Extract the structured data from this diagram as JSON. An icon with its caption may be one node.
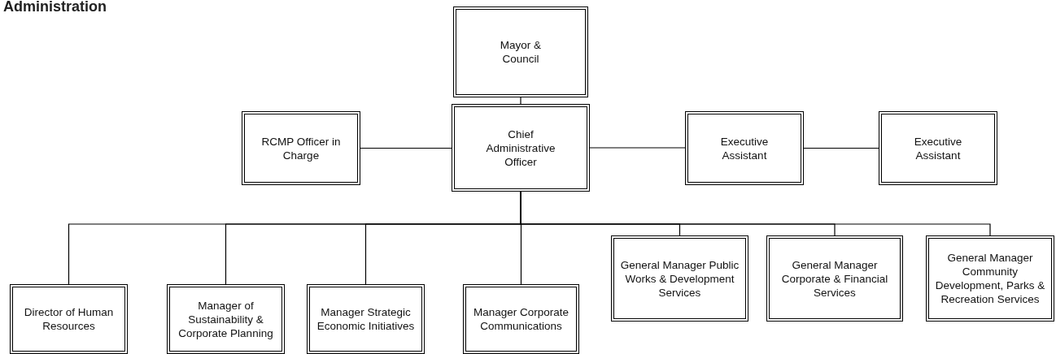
{
  "diagram": {
    "title": "Administration",
    "nodes": [
      {
        "text": [
          "Mayor & Council"
        ]
      },
      {
        "text": [
          "RCMP Officer in Charge"
        ]
      },
      {
        "text": [
          "Chief Administrative Officer"
        ]
      },
      {
        "text": [
          "Executive Assistant"
        ]
      },
      {
        "text": [
          "Executive Assistant"
        ]
      },
      {
        "text": [
          "General Manager Public Works & Development Services"
        ]
      },
      {
        "text": [
          "General Manager Corporate & Financial Services"
        ]
      },
      {
        "text": [
          "General Manager Community Development, Parks & Recreation Services"
        ]
      },
      {
        "text": [
          "Director of Human Resources"
        ]
      },
      {
        "text": [
          "Manager of Sustainability & Corporate Planning"
        ]
      },
      {
        "text": [
          "Manager Strategic Economic Initiatives"
        ]
      },
      {
        "text": [
          "Manager Corporate Communications"
        ]
      }
    ],
    "edges": [
      {
        "from": 0,
        "to": 2,
        "arrow": "none"
      },
      {
        "from": 1,
        "to": 2,
        "arrow": "none"
      },
      {
        "from": 2,
        "to": 3,
        "arrow": "none"
      },
      {
        "from": 3,
        "to": 4,
        "arrow": "none"
      },
      {
        "from": 2,
        "to": 8,
        "arrow": "none"
      },
      {
        "from": 2,
        "to": 9,
        "arrow": "none"
      },
      {
        "from": 2,
        "to": 10,
        "arrow": "none"
      },
      {
        "from": 2,
        "to": 11,
        "arrow": "none"
      },
      {
        "from": 2,
        "to": 5,
        "arrow": "none"
      },
      {
        "from": 2,
        "to": 6,
        "arrow": "none"
      },
      {
        "from": 2,
        "to": 7,
        "arrow": "none"
      }
    ]
  }
}
